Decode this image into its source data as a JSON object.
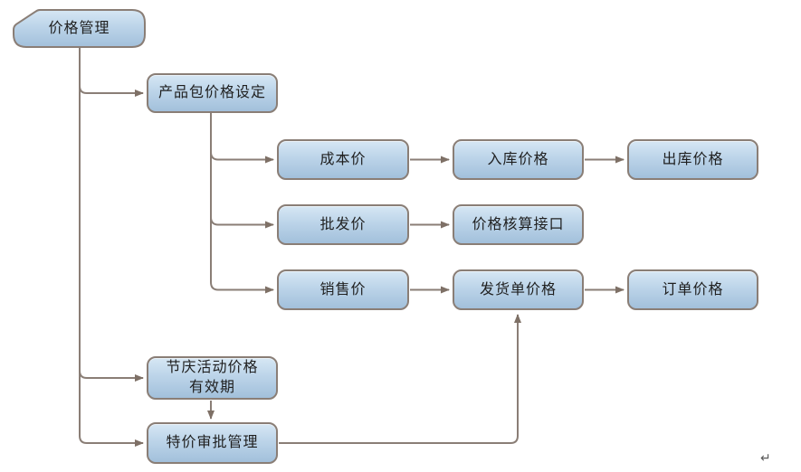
{
  "diagram": {
    "nodes": [
      {
        "id": "price-management",
        "label": "价格管理"
      },
      {
        "id": "product-package-price-setting",
        "label": "产品包价格设定"
      },
      {
        "id": "cost-price",
        "label": "成本价"
      },
      {
        "id": "inbound-price",
        "label": "入库价格"
      },
      {
        "id": "outbound-price",
        "label": "出库价格"
      },
      {
        "id": "wholesale-price",
        "label": "批发价"
      },
      {
        "id": "price-accounting-interface",
        "label": "价格核算接口"
      },
      {
        "id": "sales-price",
        "label": "销售价"
      },
      {
        "id": "shipping-note-price",
        "label": "发货单价格"
      },
      {
        "id": "order-price",
        "label": "订单价格"
      },
      {
        "id": "festival-activity-price-validity",
        "label": "节庆活动价格\n有效期"
      },
      {
        "id": "special-price-approval",
        "label": "特价审批管理"
      }
    ],
    "edges": [
      {
        "from": "价格管理",
        "to": "产品包价格设定"
      },
      {
        "from": "价格管理",
        "to": "节庆活动价格有效期"
      },
      {
        "from": "价格管理",
        "to": "特价审批管理"
      },
      {
        "from": "产品包价格设定",
        "to": "成本价"
      },
      {
        "from": "产品包价格设定",
        "to": "批发价"
      },
      {
        "from": "产品包价格设定",
        "to": "销售价"
      },
      {
        "from": "成本价",
        "to": "入库价格"
      },
      {
        "from": "入库价格",
        "to": "出库价格"
      },
      {
        "from": "批发价",
        "to": "价格核算接口"
      },
      {
        "from": "销售价",
        "to": "发货单价格"
      },
      {
        "from": "发货单价格",
        "to": "订单价格"
      },
      {
        "from": "节庆活动价格有效期",
        "to": "特价审批管理"
      },
      {
        "from": "特价审批管理",
        "to": "发货单价格"
      }
    ],
    "colors": {
      "box_fill_top": "#d6e7f4",
      "box_fill_bottom": "#a2c0db",
      "box_border": "#8a7e76",
      "line": "#8a7e76",
      "arrowhead": "#7e7066",
      "text": "#1f1f1f"
    },
    "return_mark": "↵"
  }
}
